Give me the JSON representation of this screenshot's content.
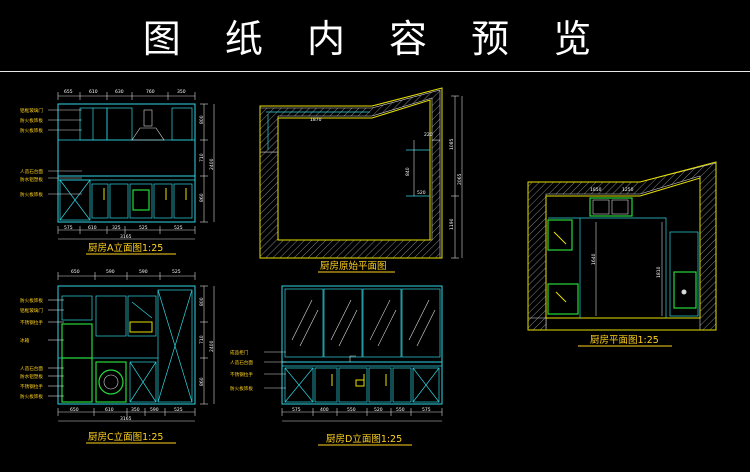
{
  "title": "图 纸 内 容 预 览",
  "drawings": {
    "elevation_a": {
      "caption": "厨房A立面图1:25",
      "top_dims": [
        "655",
        "610",
        "630",
        "760",
        "350"
      ],
      "bottom_dims": [
        "575",
        "610",
        "325",
        "525",
        "525"
      ],
      "total_dim": "3165",
      "side_dims": [
        "800",
        "710",
        "860",
        "2400"
      ],
      "notes": [
        "铝框玻璃门",
        "防火板饰板",
        "防火板饰板",
        "人造石台面",
        "防水铝塑板",
        "防火板饰板"
      ]
    },
    "original_plan": {
      "caption": "厨房原始平面图",
      "dims": [
        "1870",
        "220",
        "840",
        "520",
        "1190",
        "1085",
        "2065"
      ]
    },
    "plan": {
      "caption": "厨房平面图1:25",
      "dims": [
        "1850",
        "1250",
        "1640",
        "1810"
      ]
    },
    "elevation_c": {
      "caption": "厨房C立面图1:25",
      "top_dims": [
        "650",
        "590",
        "590",
        "525"
      ],
      "bottom_dims": [
        "650",
        "610",
        "350",
        "590",
        "525"
      ],
      "total_dim": "3165",
      "side_dims": [
        "800",
        "710",
        "860",
        "2400"
      ],
      "notes": [
        "防火板饰板",
        "铝框玻璃门",
        "不锈钢拉手",
        "冰箱",
        "人造石台面",
        "防水铝塑板",
        "不锈钢拉手",
        "防火板饰板"
      ]
    },
    "elevation_d": {
      "caption": "厨房D立面图1:25",
      "bottom_dims": [
        "575",
        "400",
        "550",
        "520",
        "550",
        "575"
      ],
      "notes": [
        "成品柜门",
        "人造石台面",
        "不锈钢拉手",
        "防火板饰板"
      ]
    }
  },
  "colors": {
    "background": "#000000",
    "cabinet_lines": "#2fd6e6",
    "walls_and_captions": "#e8e000",
    "fixtures": "#27d83a",
    "dimension_text": "#ffffff"
  }
}
